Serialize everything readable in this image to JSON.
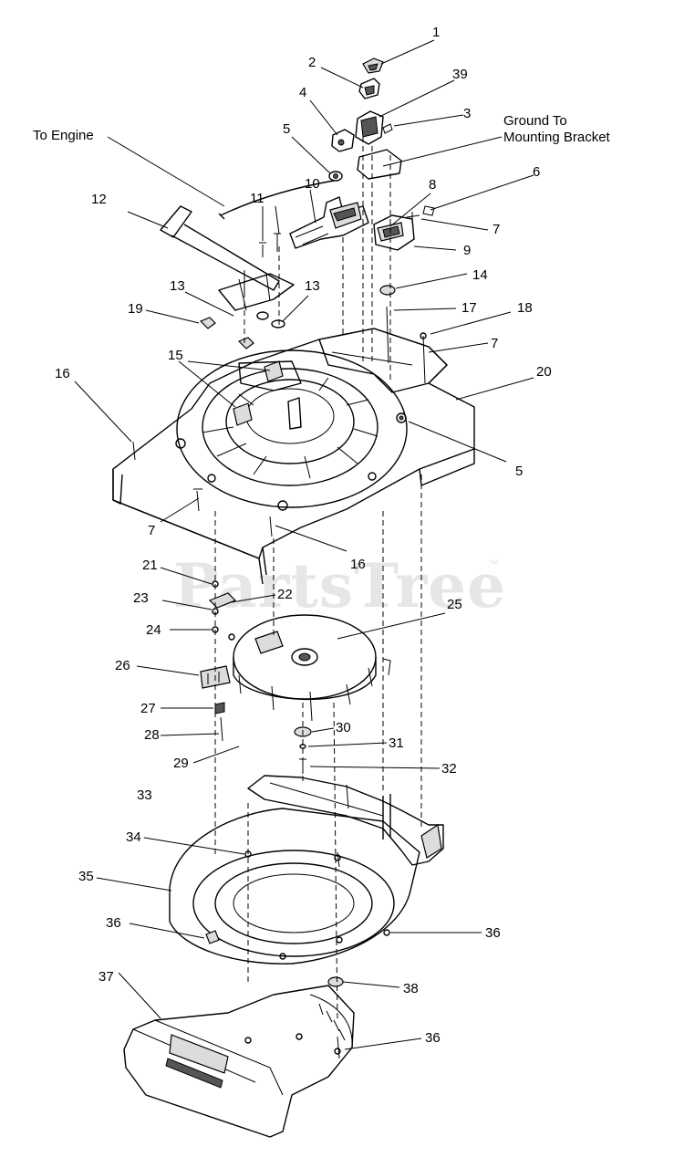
{
  "diagram": {
    "callouts": {
      "engine": "To Engine",
      "ground_line1": "Ground To",
      "ground_line2": "Mounting Bracket"
    },
    "watermark": "PartsTree",
    "watermark_mark": "™",
    "part_numbers": [
      "1",
      "2",
      "39",
      "3",
      "4",
      "5",
      "10",
      "8",
      "6",
      "7",
      "9",
      "11",
      "12",
      "13",
      "13",
      "14",
      "17",
      "18",
      "7",
      "19",
      "15",
      "16",
      "20",
      "5",
      "7",
      "16",
      "21",
      "22",
      "23",
      "24",
      "25",
      "26",
      "27",
      "30",
      "28",
      "31",
      "29",
      "32",
      "33",
      "34",
      "35",
      "36",
      "36",
      "37",
      "38",
      "36"
    ]
  }
}
